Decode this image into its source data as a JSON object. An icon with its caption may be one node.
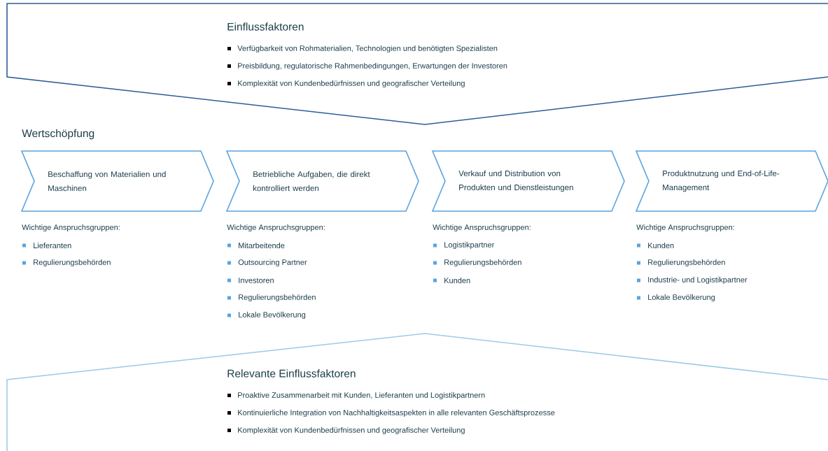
{
  "diagram": {
    "nodes": [
      {
        "text": [
          "Einflussfaktoren",
          "Verfügbarkeit von Rohmaterialien, Technologien und benötigten Spezialisten",
          "Preisbildung, regulatorische Rahmenbedingungen, Erwartungen der Investoren",
          "Komplexität von Kundenbedürfnissen und geografischer Verteilung"
        ]
      },
      {
        "text": [
          "Beschaffung von Materialien und Maschinen"
        ],
        "beside": [
          "Wichtige Anspruchsgruppen:",
          "Lieferanten",
          "Regulierungsbehörden"
        ]
      },
      {
        "text": [
          "Betriebliche Aufgaben, die direkt kontrolliert werden"
        ],
        "beside": [
          "Wichtige Anspruchsgruppen:",
          "Mitarbeitende",
          "Outsourcing Partner",
          "Investoren",
          "Regulierungsbehörden",
          "Lokale Bevölkerung"
        ]
      },
      {
        "text": [
          "Verkauf und Distribution von Produkten und Dienstleistungen"
        ],
        "beside": [
          "Wichtige Anspruchsgruppen:",
          "Logistikpartner",
          "Regulierungsbehörden",
          "Kunden"
        ]
      },
      {
        "text": [
          "Produktnutzung und End-of-Life-Management"
        ],
        "beside": [
          "Wichtige Anspruchsgruppen:",
          "Kunden",
          "Regulierungsbehörden",
          "Industrie- und Logistikpartner",
          "Lokale Bevölkerung"
        ]
      },
      {
        "text": [
          "Relevante Einflussfaktoren",
          "Proaktive Zusammenarbeit mit Kunden, Lieferanten und Logistikpartnern",
          "Kontinuierliche Integration von Nachhaltigkeitsaspekten in alle relevanten Geschäftsprozesse",
          "Komplexität von Kundenbedürfnissen und geografischer Verteilung"
        ]
      }
    ],
    "labels": [
      "Wertschöpfung"
    ]
  }
}
